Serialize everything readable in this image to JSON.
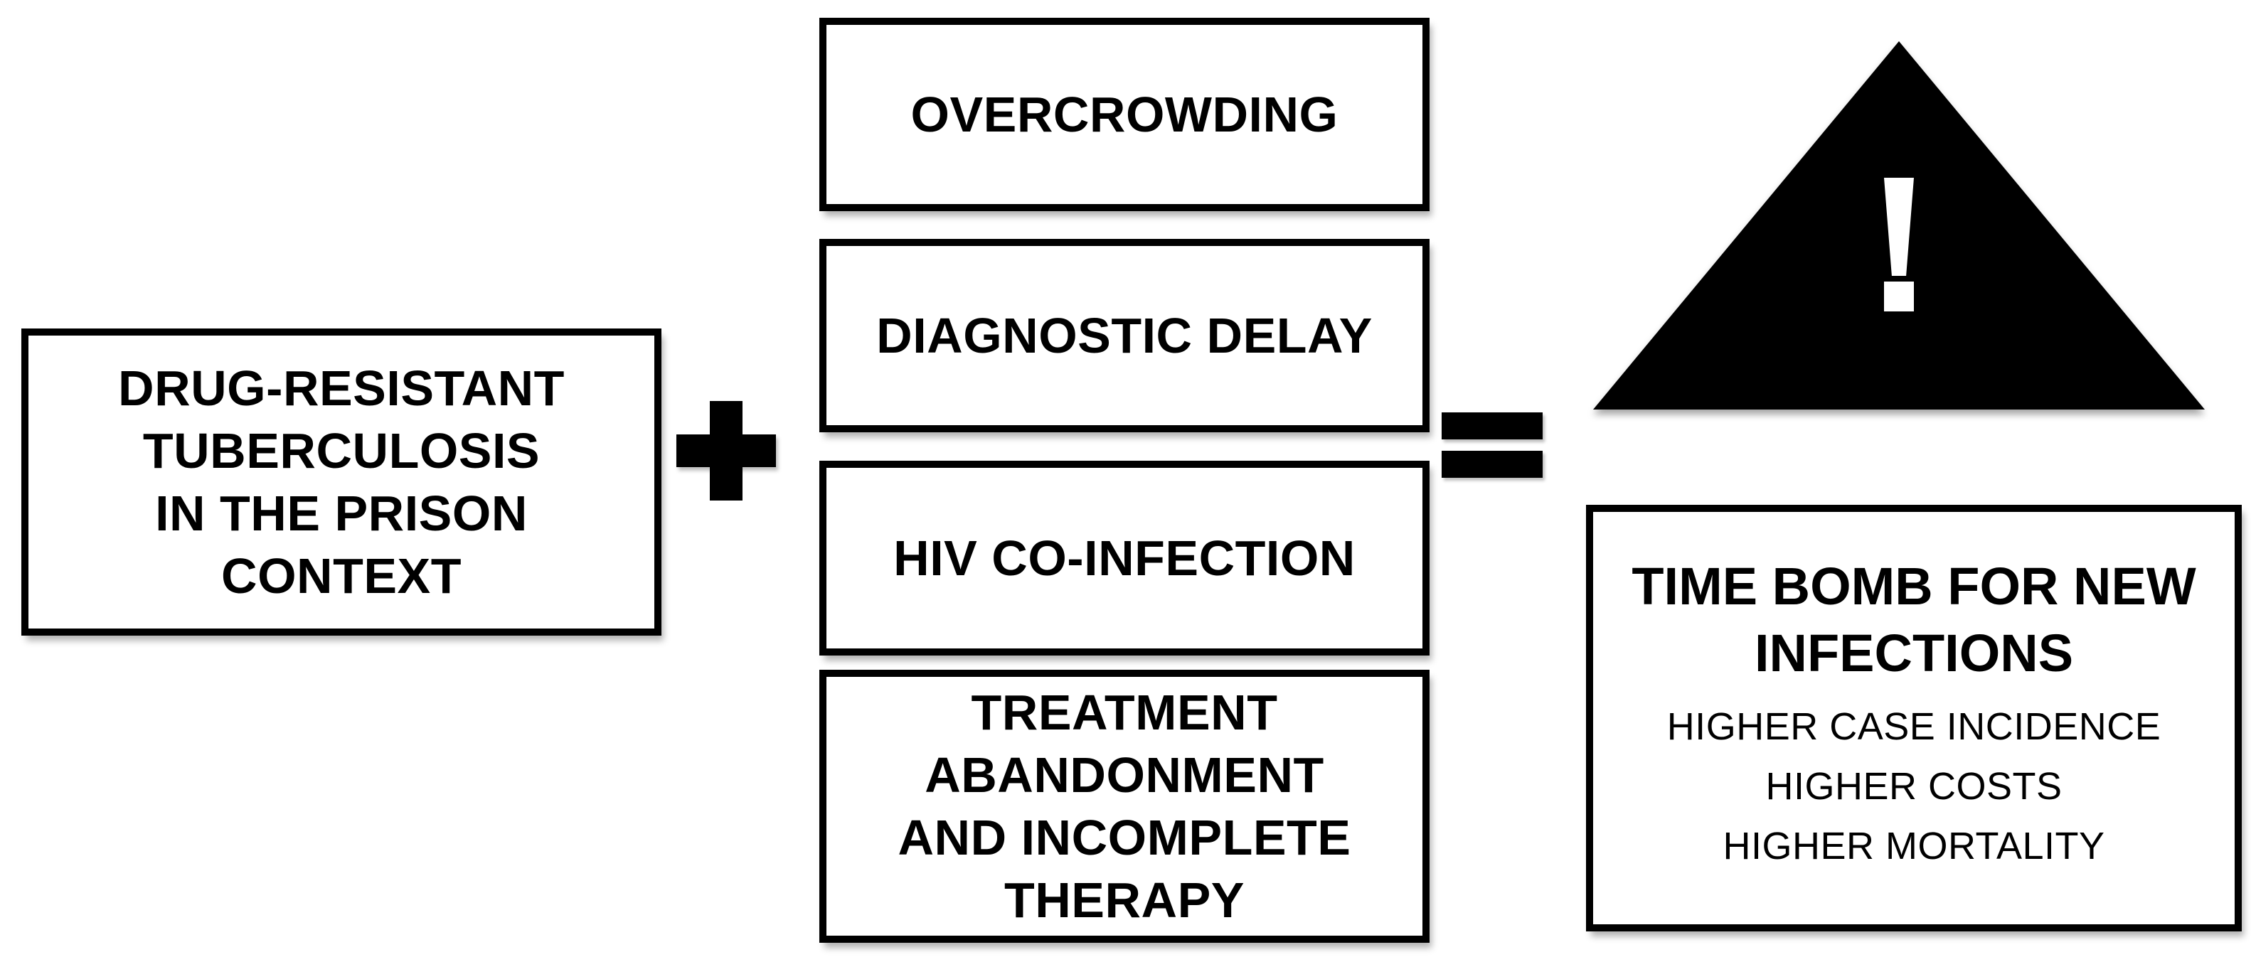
{
  "diagram": {
    "cause_box": {
      "label": "DRUG-RESISTANT\nTUBERCULOSIS\nIN THE PRISON\nCONTEXT"
    },
    "operators": {
      "plus_icon": "+",
      "equals_icon": "="
    },
    "factor_boxes": [
      {
        "label": "OVERCROWDING"
      },
      {
        "label": "DIAGNOSTIC DELAY"
      },
      {
        "label": "HIV CO-INFECTION"
      },
      {
        "label": "TREATMENT\nABANDONMENT\nAND INCOMPLETE\nTHERAPY"
      }
    ],
    "warning": {
      "icon": "warning-triangle-exclamation-icon",
      "symbol": "!"
    },
    "result_box": {
      "title": "TIME BOMB FOR NEW\nINFECTIONS",
      "items": [
        "HIGHER CASE INCIDENCE",
        "HIGHER COSTS",
        "HIGHER MORTALITY"
      ]
    },
    "colors": {
      "ink": "#000000",
      "paper": "#ffffff"
    }
  }
}
